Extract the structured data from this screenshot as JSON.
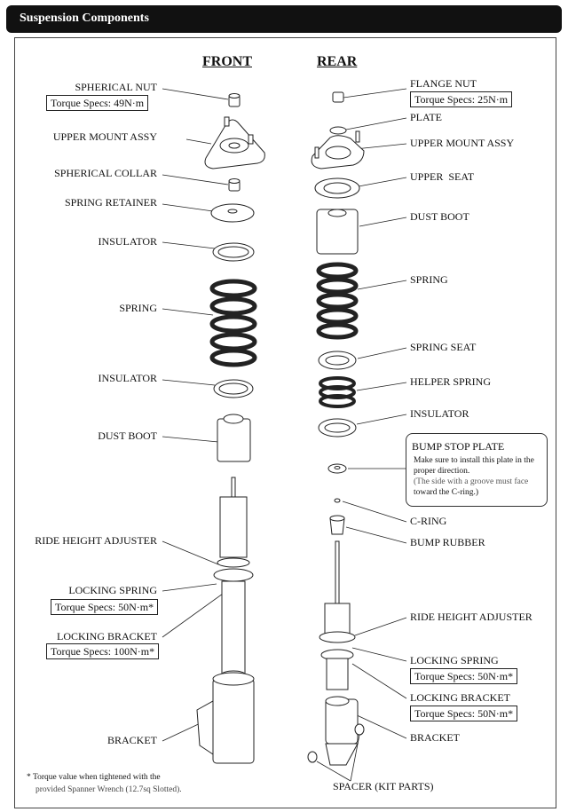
{
  "header": {
    "title": "Suspension Components"
  },
  "columns": {
    "front": "FRONT",
    "rear": "REAR"
  },
  "front": {
    "spherical_nut": "SPHERICAL NUT",
    "spherical_nut_torque": "Torque Specs: 49N·m",
    "upper_mount": "UPPER MOUNT ASSY",
    "spherical_collar": "SPHERICAL COLLAR",
    "spring_retainer": "SPRING RETAINER",
    "insulator_top": "INSULATOR",
    "spring": "SPRING",
    "insulator_bottom": "INSULATOR",
    "dust_boot": "DUST BOOT",
    "ride_height_adjuster": "RIDE HEIGHT ADJUSTER",
    "locking_spring": "LOCKING SPRING",
    "locking_spring_torque": "Torque Specs: 50N·m*",
    "locking_bracket": "LOCKING BRACKET",
    "locking_bracket_torque": "Torque Specs: 100N·m*",
    "bracket": "BRACKET"
  },
  "rear": {
    "flange_nut": "FLANGE NUT",
    "flange_nut_torque": "Torque Specs: 25N·m",
    "plate": "PLATE",
    "upper_mount": "UPPER MOUNT ASSY",
    "upper_seat": "UPPER  SEAT",
    "dust_boot": "DUST BOOT",
    "spring": "SPRING",
    "spring_seat": "SPRING SEAT",
    "helper_spring": "HELPER SPRING",
    "insulator": "INSULATOR",
    "c_ring": "C-RING",
    "bump_rubber": "BUMP RUBBER",
    "ride_height_adjuster": "RIDE HEIGHT ADJUSTER",
    "locking_spring": "LOCKING SPRING",
    "locking_spring_torque": "Torque Specs: 50N·m*",
    "locking_bracket": "LOCKING BRACKET",
    "locking_bracket_torque": "Torque Specs: 50N·m*",
    "bracket": "BRACKET",
    "spacer": "SPACER (KIT PARTS)"
  },
  "bump_stop_note": {
    "title": "BUMP STOP PLATE",
    "line1": "Make sure to install this plate in the proper direction.",
    "line2": "(The side with a groove must face",
    "line3": "toward the C-ring.)"
  },
  "footnote": {
    "line1": "* Torque value when tightened with the",
    "line2": "provided Spanner Wrench (12.7sq Slotted)."
  }
}
